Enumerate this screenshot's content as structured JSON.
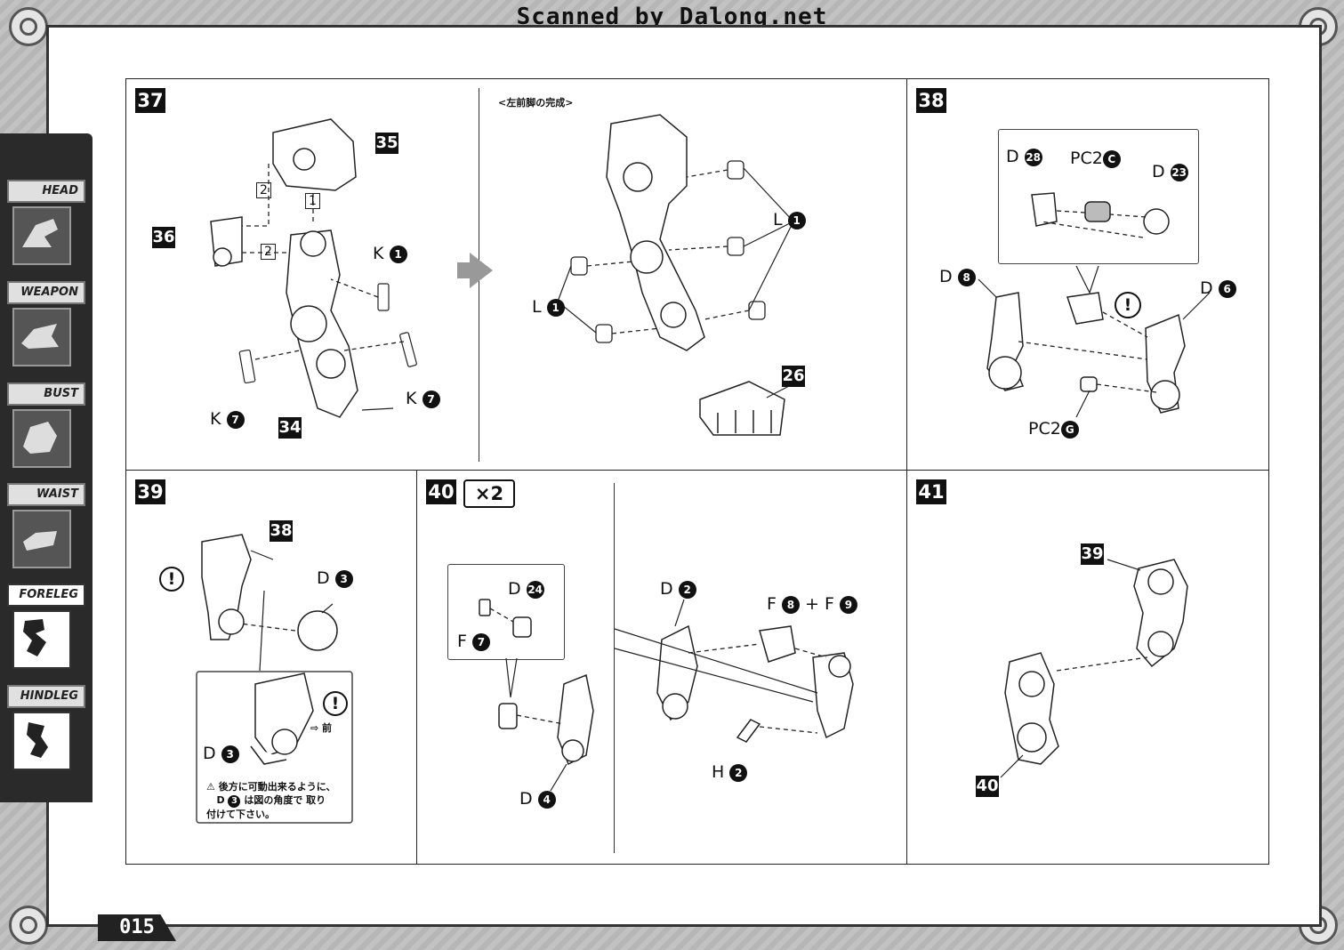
{
  "watermark": "Scanned by Dalong.net",
  "page_number": "015",
  "sidebar": {
    "items": [
      {
        "label": "HEAD",
        "active": false
      },
      {
        "label": "WEAPON",
        "active": false
      },
      {
        "label": "BUST",
        "active": false
      },
      {
        "label": "WAIST",
        "active": false
      },
      {
        "label": "FORELEG",
        "active": true
      },
      {
        "label": "HINDLEG",
        "active": false
      }
    ]
  },
  "steps": {
    "s37": {
      "number": "37",
      "sub_title": "<左前脚の完成>",
      "refs": {
        "r35": "35",
        "r36": "36",
        "r34": "34",
        "r26": "26"
      },
      "order": {
        "o1": "1",
        "o2a": "2",
        "o2b": "2"
      },
      "labels": {
        "k1": {
          "letter": "K",
          "num": "1"
        },
        "k7a": {
          "letter": "K",
          "num": "7"
        },
        "k7b": {
          "letter": "K",
          "num": "7"
        },
        "l1a": {
          "letter": "L",
          "num": "1"
        },
        "l1b": {
          "letter": "L",
          "num": "1"
        }
      }
    },
    "s38": {
      "number": "38",
      "labels": {
        "d28": {
          "letter": "D",
          "num": "28"
        },
        "pc2c": {
          "letter": "PC2",
          "num": "C"
        },
        "d23": {
          "letter": "D",
          "num": "23"
        },
        "d8": {
          "letter": "D",
          "num": "8"
        },
        "d6": {
          "letter": "D",
          "num": "6"
        },
        "pc2g": {
          "letter": "PC2",
          "num": "G"
        }
      },
      "warn": "!"
    },
    "s39": {
      "number": "39",
      "refs": {
        "r38": "38"
      },
      "labels": {
        "d3a": {
          "letter": "D",
          "num": "3"
        },
        "d3b": {
          "letter": "D",
          "num": "3"
        }
      },
      "warn": "!",
      "direction": "前",
      "note_line1": "後方に可動出来るように、",
      "note_line2_pre": "D",
      "note_line2_num": "3",
      "note_line2_post": "は図の角度で 取り",
      "note_line3": "付けて下さい。"
    },
    "s40": {
      "number": "40",
      "multiplier": "×2",
      "labels": {
        "d24": {
          "letter": "D",
          "num": "24"
        },
        "f7": {
          "letter": "F",
          "num": "7"
        },
        "d4": {
          "letter": "D",
          "num": "4"
        },
        "d2": {
          "letter": "D",
          "num": "2"
        },
        "f8": {
          "letter": "F",
          "num": "8"
        },
        "plus": "+",
        "f9": {
          "letter": "F",
          "num": "9"
        },
        "h2": {
          "letter": "H",
          "num": "2"
        }
      }
    },
    "s41": {
      "number": "41",
      "refs": {
        "r39": "39",
        "r40": "40"
      }
    }
  }
}
